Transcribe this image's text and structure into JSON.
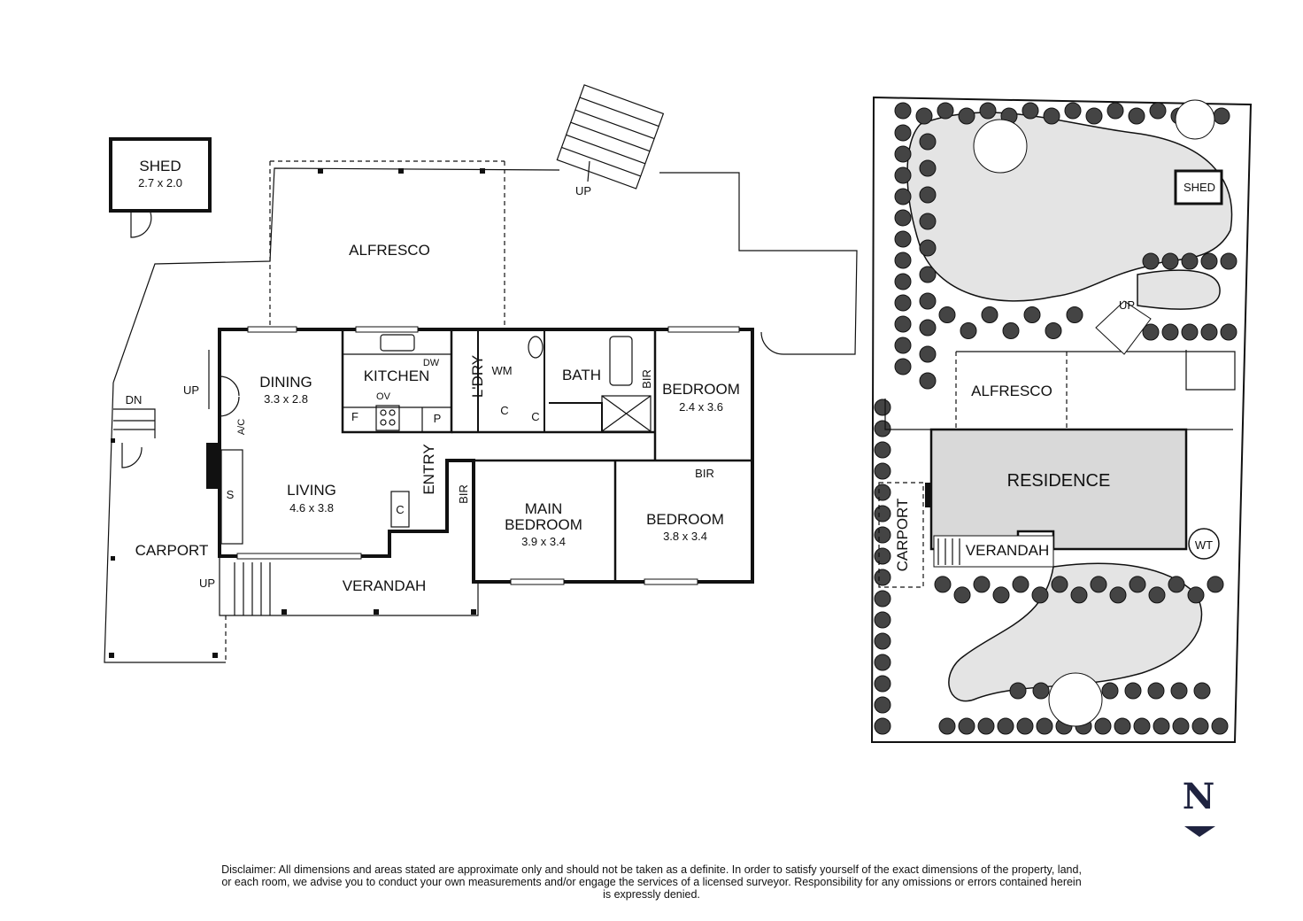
{
  "floorplan": {
    "shed": {
      "name": "SHED",
      "dims": "2.7 x 2.0"
    },
    "alfresco": "ALFRESCO",
    "dining": {
      "name": "DINING",
      "dims": "3.3 x 2.8"
    },
    "kitchen": "KITCHEN",
    "laundry": "L'DRY",
    "wm": "WM",
    "bath": "BATH",
    "bedroom2": {
      "name": "BEDROOM",
      "dims": "2.4 x 3.6"
    },
    "living": {
      "name": "LIVING",
      "dims": "4.6 x 3.8"
    },
    "entry": "ENTRY",
    "main_bedroom": {
      "name1": "MAIN",
      "name2": "BEDROOM",
      "dims": "3.9 x 3.4"
    },
    "bedroom3": {
      "name": "BEDROOM",
      "dims": "3.8 x 3.4"
    },
    "carport": "CARPORT",
    "verandah": "VERANDAH",
    "fixtures": {
      "dw": "DW",
      "ov": "OV",
      "f": "F",
      "p": "P",
      "c": "C",
      "bir": "BIR",
      "ac": "A/C",
      "s": "S",
      "up": "UP",
      "dn": "DN"
    }
  },
  "siteplan": {
    "shed": "SHED",
    "up": "UP",
    "alfresco": "ALFRESCO",
    "residence": "RESIDENCE",
    "carport": "CARPORT",
    "verandah": "VERANDAH",
    "wt": "WT"
  },
  "north": {
    "label": "N"
  },
  "disclaimer": "Disclaimer: All dimensions and areas stated are approximate only and should not be taken as a definite. In order to satisfy yourself of the exact dimensions of the property, land, or each room, we advise you to conduct your own measurements and/or engage the services of a licensed surveyor. Responsibility for any omissions or errors contained herein is expressly denied.",
  "colors": {
    "garden": "#e4e4e4",
    "residence": "#d9d9d9",
    "north": "#1f2340"
  }
}
